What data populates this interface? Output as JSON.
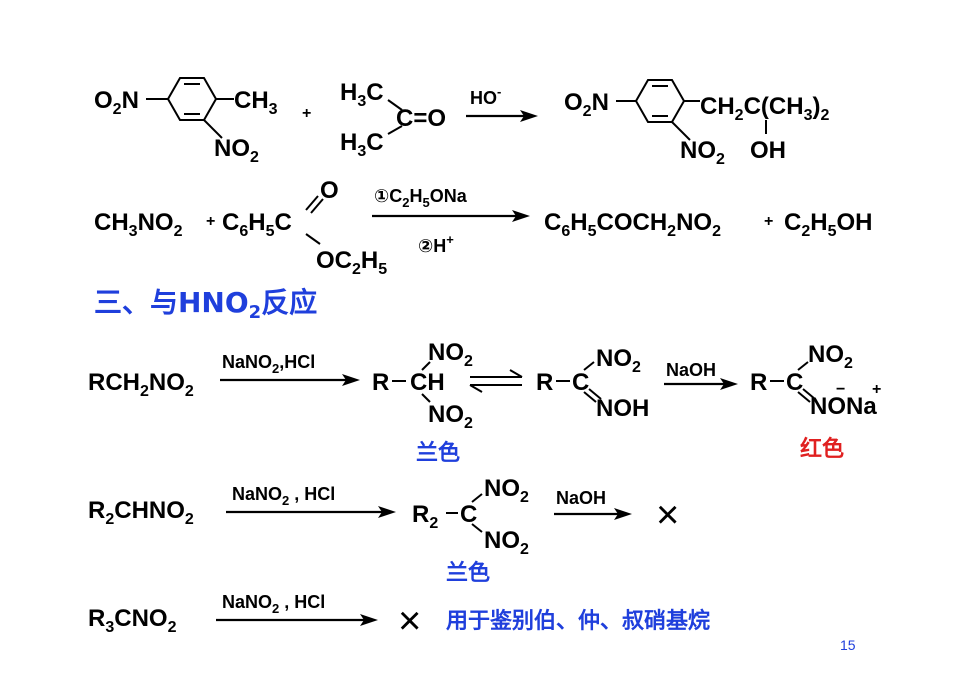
{
  "slide": {
    "section_heading": {
      "pre": "三、与HNO",
      "sub": "2",
      "post": "反应"
    },
    "page_number": "15",
    "colors": {
      "blue": "#1f3fdc",
      "red": "#e02020",
      "black": "#000000"
    }
  },
  "reaction1": {
    "reactant_left": {
      "o2n": "O",
      "o2n_sub": "2",
      "n": "N",
      "ch3": "CH",
      "ch3_sub": "3",
      "no2": "NO",
      "no2_sub": "2"
    },
    "plus": "+",
    "acetone": {
      "h3c": "H",
      "h3c_sub": "3",
      "c": "C",
      "c_o": "C=O"
    },
    "reagent": {
      "ho": "HO",
      "charge": "-"
    },
    "product": {
      "o2n": "O",
      "o2n_sub": "2",
      "n": "N",
      "ch2": "CH",
      "ch2_sub": "2",
      "c_ch3": "C(CH",
      "c_ch3_sub": "3",
      "close": ")",
      "close_sub": "2",
      "no2": "NO",
      "no2_sub": "2",
      "oh": "OH"
    }
  },
  "reaction2": {
    "ch3no2": {
      "a": "CH",
      "a_sub": "3",
      "b": "NO",
      "b_sub": "2"
    },
    "plus": "+",
    "ester": {
      "c6": "C",
      "c6_sub": "6",
      "h5": "H",
      "h5_sub": "5",
      "c": "C",
      "o": "O",
      "oc": "OC",
      "oc_sub": "2",
      "h": "H",
      "h_sub": "5"
    },
    "step1": {
      "num": "①",
      "c": "C",
      "c_sub": "2",
      "h": "H",
      "h_sub": "5",
      "rest": "ONa"
    },
    "step2": {
      "num": "②",
      "h": "H",
      "charge": "+"
    },
    "product": {
      "c6": "C",
      "c6_sub": "6",
      "h5": "H",
      "h5_sub": "5",
      "coch": "COCH",
      "coch_sub": "2",
      "no": "NO",
      "no_sub": "2"
    },
    "plus2": "+",
    "ethanol": {
      "c": "C",
      "c_sub": "2",
      "h": "H",
      "h_sub": "5",
      "oh": "OH"
    }
  },
  "primary": {
    "reactant": {
      "a": "RCH",
      "a_sub": "2",
      "b": "NO",
      "b_sub": "2"
    },
    "reagent": {
      "a": "NaNO",
      "a_sub": "2",
      "b": ",HCl"
    },
    "int1": {
      "r": "R",
      "ch": "CH",
      "no2": "NO",
      "no2_sub": "2"
    },
    "int1_color": "兰色",
    "int2": {
      "r": "R",
      "c": "C",
      "no2": "NO",
      "no2_sub": "2",
      "noh": "NOH"
    },
    "base": "NaOH",
    "product": {
      "r": "R",
      "c": "C",
      "no2": "NO",
      "no2_sub": "2",
      "ona": "NONa",
      "minus": "−",
      "plus": "+"
    },
    "product_color": "红色"
  },
  "secondary": {
    "reactant": {
      "a": "R",
      "a_sub": "2",
      "b": "CHNO",
      "b_sub": "2"
    },
    "reagent": {
      "a": "NaNO",
      "a_sub": "2",
      "b": " , HCl"
    },
    "int": {
      "r": "R",
      "r_sub": "2",
      "c": "C",
      "no2": "NO",
      "no2_sub": "2"
    },
    "int_color": "兰色",
    "base": "NaOH",
    "result": "×"
  },
  "tertiary": {
    "reactant": {
      "a": "R",
      "a_sub": "3",
      "b": "CNO",
      "b_sub": "2"
    },
    "reagent": {
      "a": "NaNO",
      "a_sub": "2",
      "b": " , HCl"
    },
    "result": "×",
    "note": "用于鉴别伯、仲、叔硝基烷"
  }
}
